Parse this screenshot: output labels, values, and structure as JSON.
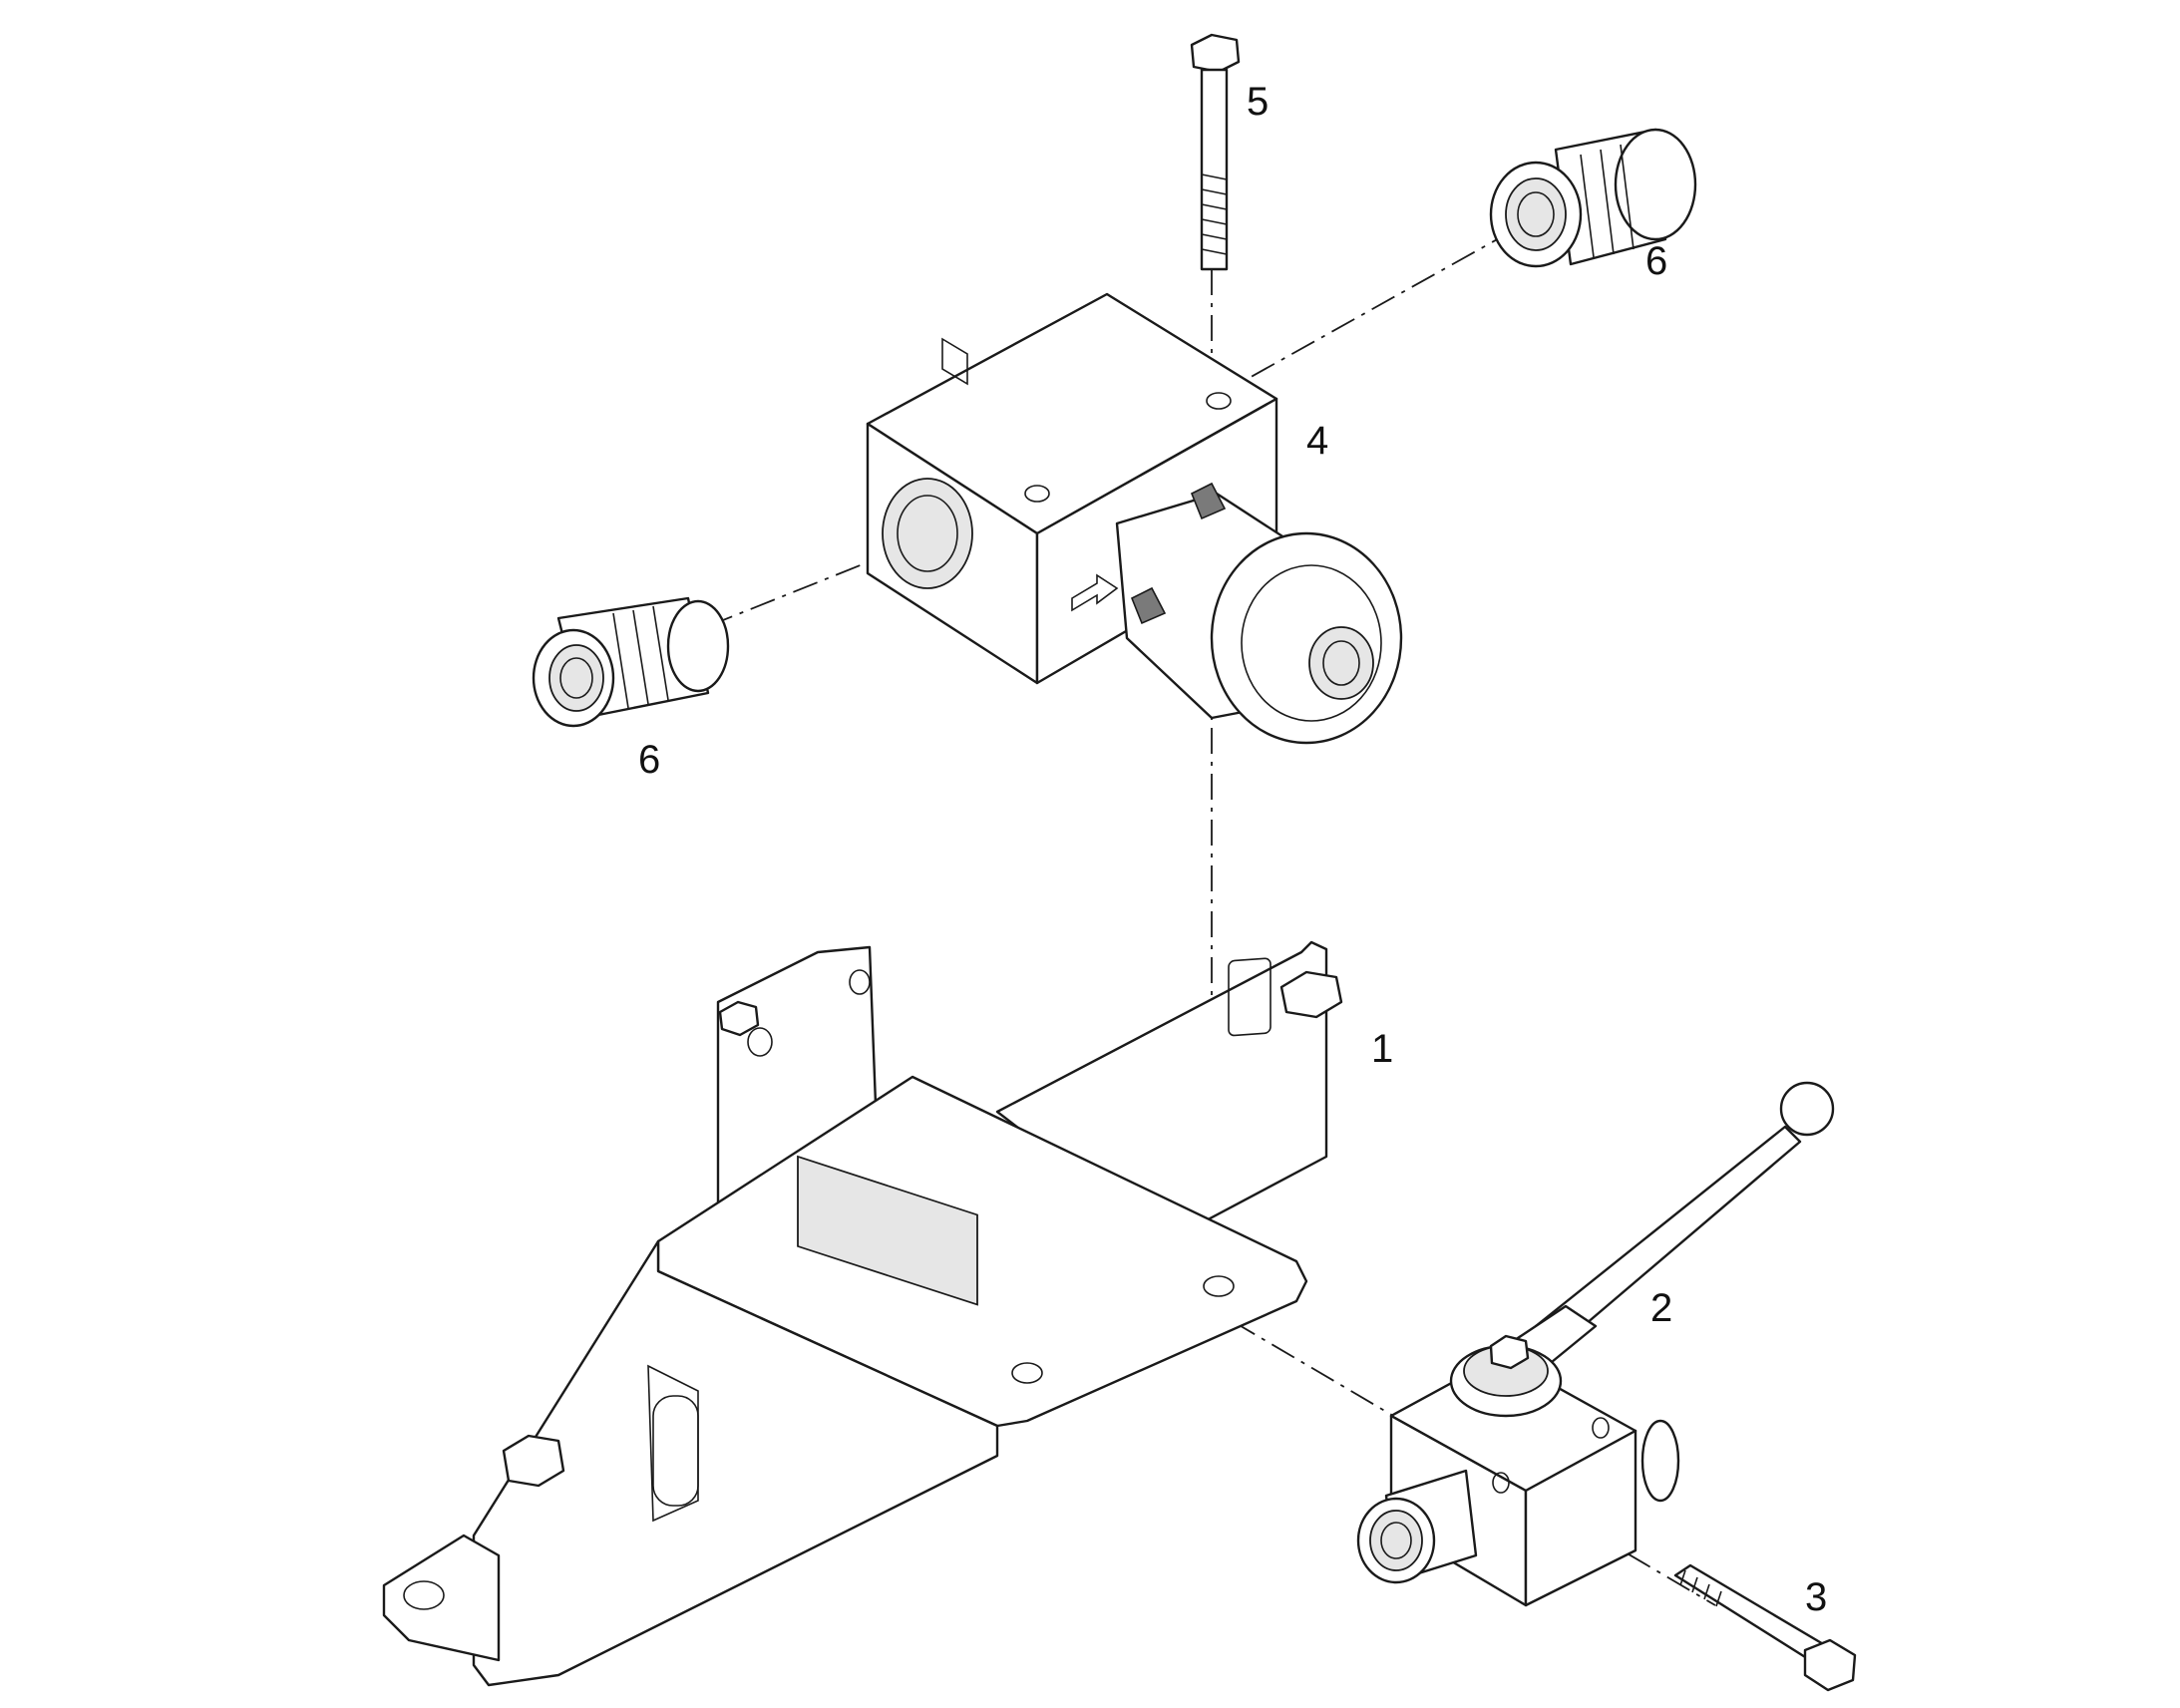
{
  "callouts": {
    "c1": "1",
    "c2": "2",
    "c3": "3",
    "c4": "4",
    "c5": "5",
    "c6_top": "6",
    "c6_left": "6"
  },
  "parts": [
    {
      "id": "1",
      "name": "mounting-bracket"
    },
    {
      "id": "2",
      "name": "ball-valve-with-lever"
    },
    {
      "id": "3",
      "name": "hex-bolt"
    },
    {
      "id": "4",
      "name": "push-button-valve-block"
    },
    {
      "id": "5",
      "name": "hex-bolt"
    },
    {
      "id": "6",
      "name": "hydraulic-fitting"
    }
  ],
  "colors": {
    "line": "#1a1a1a",
    "background": "#ffffff"
  }
}
